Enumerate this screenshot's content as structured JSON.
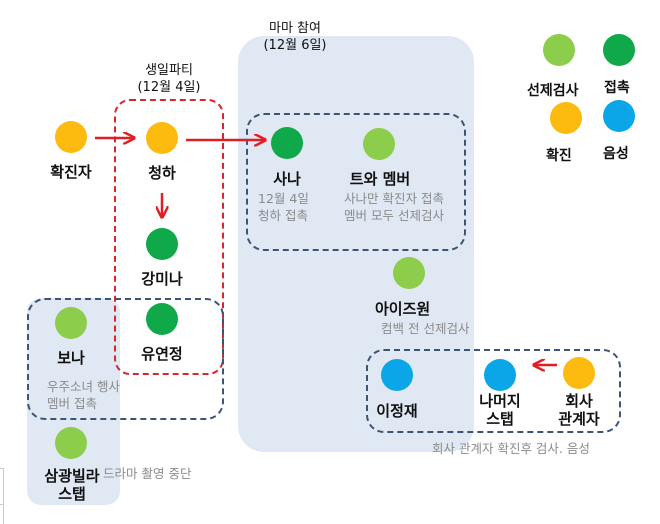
{
  "legend": {
    "items": [
      {
        "key": "pretest",
        "label": "선제검사",
        "color": "#8ccd4c"
      },
      {
        "key": "contact",
        "label": "접촉",
        "color": "#0fa94a"
      },
      {
        "key": "confirmed",
        "label": "확진",
        "color": "#fdbb0f"
      },
      {
        "key": "negative",
        "label": "음성",
        "color": "#0aa6e8"
      }
    ]
  },
  "groups": {
    "birthday_party": {
      "title_line1": "생일파티",
      "title_line2": "(12월 4일)"
    },
    "mama": {
      "title_line1": "마마 참여",
      "title_line2": "(12월 6일)"
    }
  },
  "nodes": {
    "confirmed_person": {
      "name": "확진자",
      "status": "confirmed"
    },
    "chungha": {
      "name": "청하",
      "status": "confirmed"
    },
    "kang_mina": {
      "name": "강미나",
      "status": "contact"
    },
    "yoo_yeonjung": {
      "name": "유연정",
      "status": "contact"
    },
    "bona": {
      "name": "보나",
      "status": "pretest",
      "note_line1": "우주소녀 행사",
      "note_line2": "멤버 접촉"
    },
    "samkwang_staff": {
      "name_line1": "삼광빌라",
      "name_line2": "스탭",
      "status": "pretest",
      "note": "드라마 촬영 중단"
    },
    "sana": {
      "name": "사나",
      "status": "contact",
      "note_line1": "12월 4일",
      "note_line2": "청하 접촉"
    },
    "twice_members": {
      "name": "트와 멤버",
      "status": "pretest",
      "note_line1": "사나만 확진자 접촉",
      "note_line2": "멤버 모두 선제검사"
    },
    "izone": {
      "name": "아이즈원",
      "status": "pretest",
      "note": "컴백 전 선제검사"
    },
    "lee_jungjae": {
      "name": "이정재",
      "status": "negative"
    },
    "other_staff": {
      "name_line1": "나머지",
      "name_line2": "스탭",
      "status": "negative"
    },
    "company_official": {
      "name_line1": "회사",
      "name_line2": "관계자",
      "status": "confirmed"
    }
  },
  "captions": {
    "company_group": "회사 관계자 확진후 검사. 음성"
  },
  "edges": [
    {
      "from": "confirmed_person",
      "to": "chungha"
    },
    {
      "from": "chungha",
      "to": "sana"
    },
    {
      "from": "chungha",
      "to": "kang_mina"
    },
    {
      "from": "company_official",
      "to": "other_staff"
    }
  ]
}
